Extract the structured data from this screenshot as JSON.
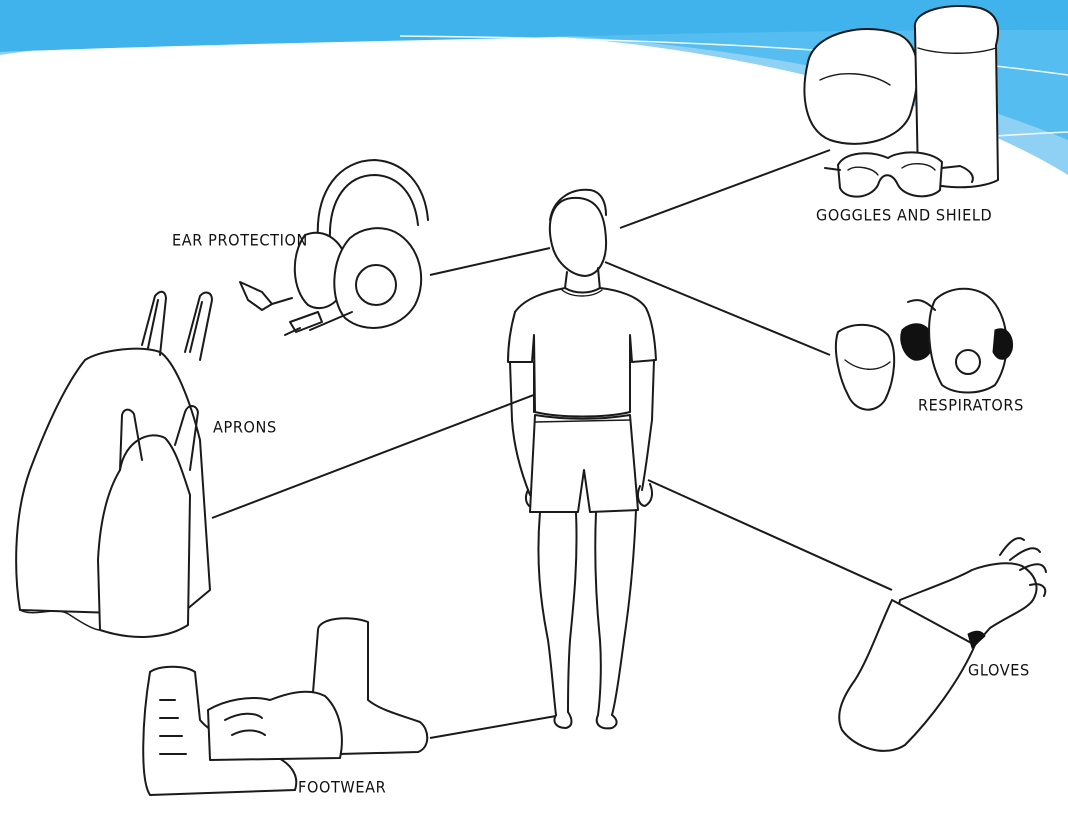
{
  "labels": {
    "ear": "EAR PROTECTION",
    "goggles": "GOGGLES AND SHIELD",
    "respirators": "RESPIRATORS",
    "aprons": "APRONS",
    "gloves": "GLOVES",
    "footwear": "FOOTWEAR"
  },
  "colors": {
    "banner_light": "#8ED1F5",
    "banner_mid": "#55BDEF",
    "banner_dark": "#2FA8E6",
    "ink": "#1a1a1a"
  }
}
